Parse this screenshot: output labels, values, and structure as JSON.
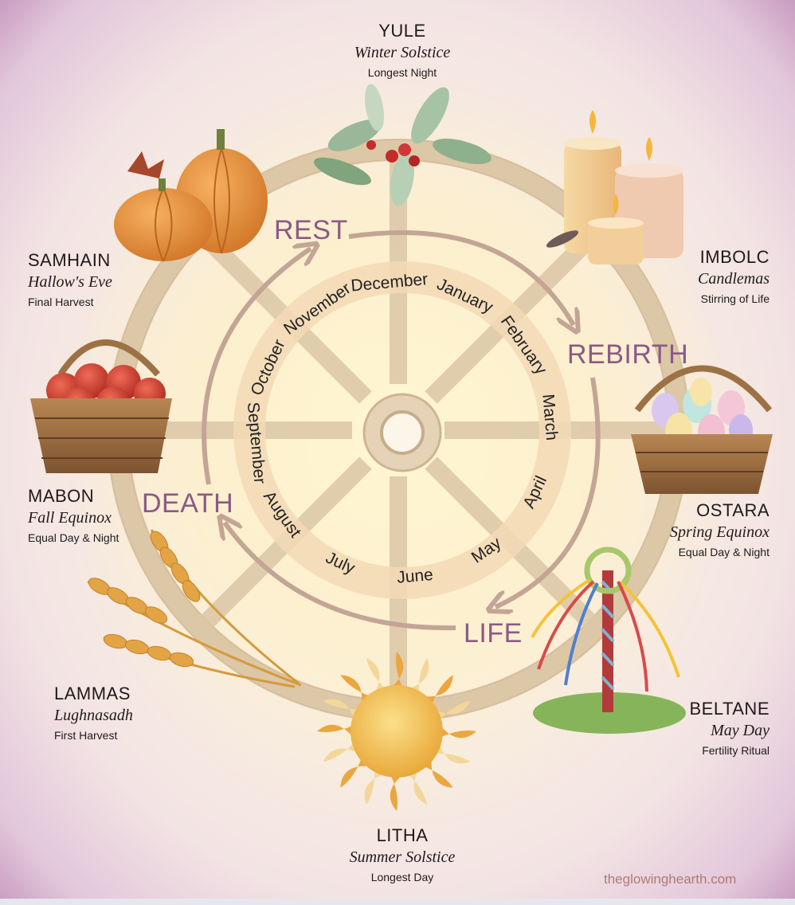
{
  "sabbats": [
    {
      "id": "yule",
      "name": "YULE",
      "subtitle": "Winter Solstice",
      "desc": "Longest Night"
    },
    {
      "id": "imbolc",
      "name": "IMBOLC",
      "subtitle": "Candlemas",
      "desc": "Stirring of Life"
    },
    {
      "id": "ostara",
      "name": "OSTARA",
      "subtitle": "Spring Equinox",
      "desc": "Equal Day & Night"
    },
    {
      "id": "beltane",
      "name": "BELTANE",
      "subtitle": "May Day",
      "desc": "Fertility Ritual"
    },
    {
      "id": "litha",
      "name": "LITHA",
      "subtitle": "Summer Solstice",
      "desc": "Longest Day"
    },
    {
      "id": "lammas",
      "name": "LAMMAS",
      "subtitle": "Lughnasadh",
      "desc": "First Harvest"
    },
    {
      "id": "mabon",
      "name": "MABON",
      "subtitle": "Fall Equinox",
      "desc": "Equal Day & Night"
    },
    {
      "id": "samhain",
      "name": "SAMHAIN",
      "subtitle": "Hallow's Eve",
      "desc": "Final Harvest"
    }
  ],
  "phases": {
    "rest": "REST",
    "rebirth": "REBIRTH",
    "life": "LIFE",
    "death": "DEATH"
  },
  "months": [
    "December",
    "January",
    "February",
    "March",
    "April",
    "May",
    "June",
    "July",
    "August",
    "September",
    "October",
    "November"
  ],
  "credit": "theglowinghearth.com",
  "colors": {
    "phase": "#8a5a85",
    "wheel": "#d8c3a4",
    "ring": "#f2d9b8",
    "arrow": "#c3a596"
  }
}
